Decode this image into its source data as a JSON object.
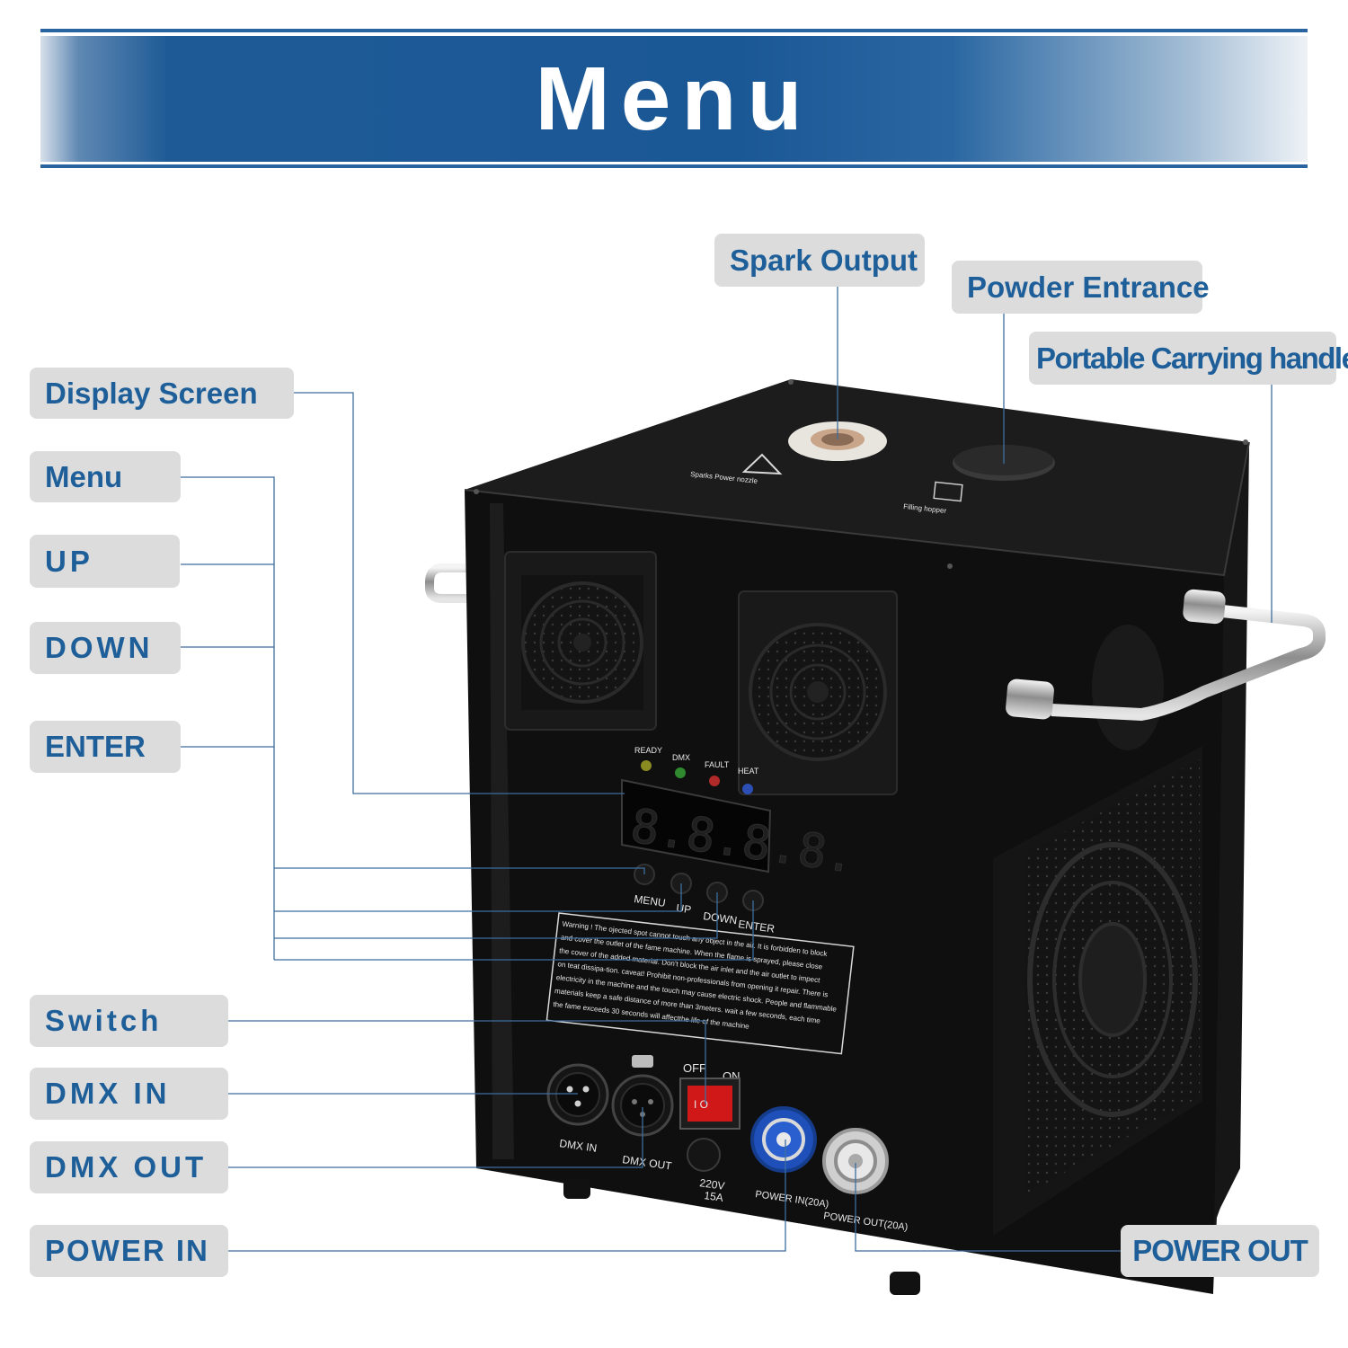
{
  "banner": {
    "title": "Menu"
  },
  "callouts": {
    "spark_output": "Spark Output",
    "powder_entrance": "Powder Entrance",
    "carrying_handle": "Portable Carrying handle",
    "display_screen": "Display Screen",
    "menu": "Menu",
    "up": "UP",
    "down": "DOWN",
    "enter": "ENTER",
    "switch": "Switch",
    "dmx_in": "DMX IN",
    "dmx_out": "DMX OUT",
    "power_in": "POWER IN",
    "power_out": "POWER OUT"
  },
  "device": {
    "leds": [
      "READY",
      "DMX",
      "FAULT",
      "HEAT"
    ],
    "buttons": [
      "MENU",
      "UP",
      "DOWN",
      "ENTER"
    ],
    "switch_off": "OFF",
    "switch_on": "ON",
    "fuse_rating": [
      "220V",
      "15A"
    ],
    "port_dmx_in": "DMX IN",
    "port_dmx_out": "DMX OUT",
    "port_power_in": "POWER IN(20A)",
    "port_power_out": "POWER OUT(20A)",
    "warning_lines": [
      "Warning ! The ojected spot cannot touch any object in the air. It  is forbidden to block",
      "and cover the outlet of the fame machine. When the flame is sprayed, please close",
      "the cover of the added material. Don't block the air inlet and the air outlet to impect",
      "on teat dissipa-tion. caveat! Prohibit non-professionals from opening it repair. There is",
      "electricity in the machine and the touch may cause electric shock. People and flammable",
      "materials keep a safe distance of more than 3meters. wait a few seconds, each time",
      "the fame exceeds 30 seconds will affectthe life of the machine"
    ]
  },
  "colors": {
    "banner": "#1a5795",
    "label_bg": "#dcdcdc",
    "label_text": "#1e5f99",
    "leader": "#3d6e9e"
  }
}
